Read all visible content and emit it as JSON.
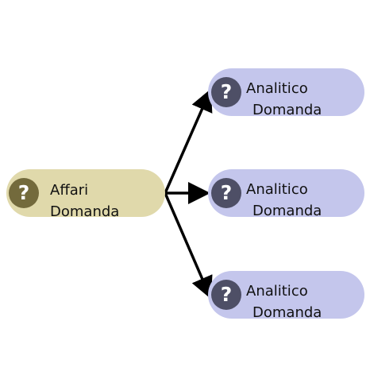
{
  "diagram": {
    "root": {
      "line1": "Affari",
      "line2": "Domanda",
      "icon": "question-icon"
    },
    "children": [
      {
        "line1": "Analitico",
        "line2": "Domanda",
        "icon": "question-icon"
      },
      {
        "line1": "Analitico",
        "line2": "Domanda",
        "icon": "question-icon"
      },
      {
        "line1": "Analitico",
        "line2": "Domanda",
        "icon": "question-icon"
      }
    ],
    "icon_glyph": "?",
    "colors": {
      "root_fill": "#e0d9ab",
      "root_icon": "#736a3c",
      "child_fill": "#c4c6ec",
      "child_icon": "#4e4f66",
      "arrow": "#000000"
    }
  }
}
